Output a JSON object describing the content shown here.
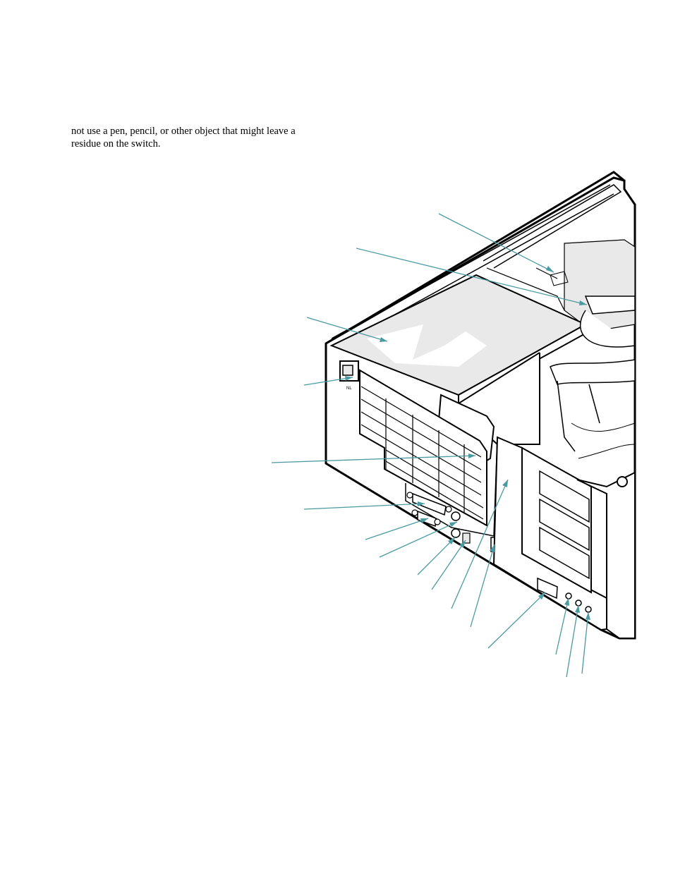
{
  "body_text": {
    "line1": "not use a pen, pencil, or other object that might leave a",
    "line2": "residue on the switch."
  },
  "figure": {
    "switch_marking": "NL",
    "accent_color": "#4a9aa0"
  }
}
